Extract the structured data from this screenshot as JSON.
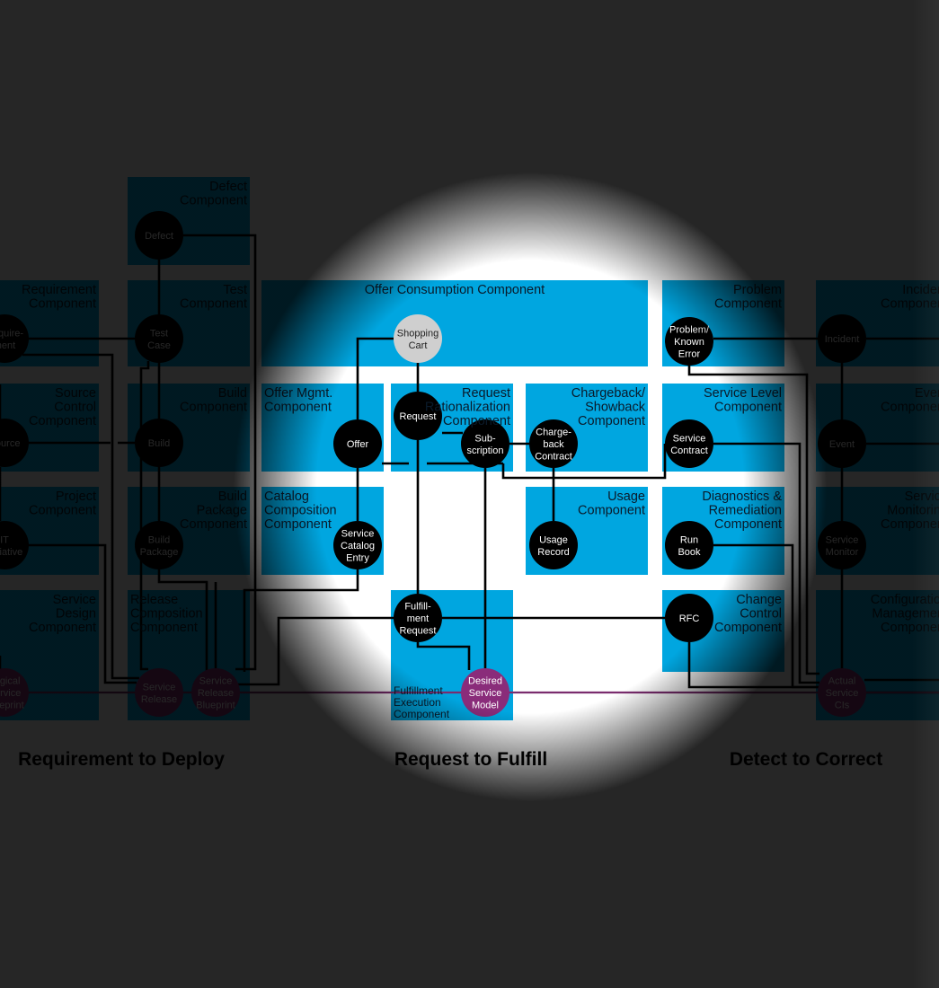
{
  "colors": {
    "component": "#00a6e0",
    "entity": "#000000",
    "entity_light": "#cfcfcf",
    "entity_purple": "#8a2c7a",
    "line": "#000000",
    "purple_line": "#7a2c6e",
    "component_text": "#0a1a2a"
  },
  "components": {
    "defect": "Defect\nComponent",
    "requirement": "Requirement\nComponent",
    "test": "Test\nComponent",
    "offer_consumption": "Offer Consumption Component",
    "problem": "Problem\nComponent",
    "incident": "Incident\nComponent",
    "source_control": "Source\nControl\nComponent",
    "build": "Build\nComponent",
    "offer_mgmt": "Offer Mgmt.\nComponent",
    "request_rationalization": "Request\nRationalization\nComponent",
    "chargeback": "Chargeback/\nShowback\nComponent",
    "service_level": "Service Level\nComponent",
    "event": "Event\nComponent",
    "project": "Project\nComponent",
    "build_package": "Build\nPackage\nComponent",
    "catalog_composition": "Catalog\nComposition\nComponent",
    "usage": "Usage\nComponent",
    "diagnostics": "Diagnostics &\nRemediation\nComponent",
    "service_monitoring": "Service\nMonitoring\nComponent",
    "service_design": "Service\nDesign\nComponent",
    "release_composition": "Release\nComposition\nComponent",
    "fulfillment_execution": "Fulfillment\nExecution\nComponent",
    "change_control": "Change\nControl\nComponent",
    "configuration_management": "Configuration\nManagement\nComponent"
  },
  "entities": {
    "defect": "Defect",
    "requirement": "Require-\nment",
    "test_case": "Test\nCase",
    "shopping_cart": "Shopping\nCart",
    "problem": "Problem/\nKnown\nError",
    "incident": "Incident",
    "source": "Source",
    "build": "Build",
    "offer": "Offer",
    "request": "Request",
    "subscription": "Sub-\nscription",
    "chargeback_contract": "Charge-\nback\nContract",
    "service_contract": "Service\nContract",
    "event": "Event",
    "it_initiative": "IT\nInitiative",
    "build_package": "Build\nPackage",
    "service_catalog_entry": "Service\nCatalog\nEntry",
    "usage_record": "Usage\nRecord",
    "run_book": "Run\nBook",
    "service_monitor": "Service\nMonitor",
    "fulfillment_request": "Fulfill-\nment\nRequest",
    "rfc": "RFC",
    "logical_service_blueprint": "Logical\nService\nBlueprint",
    "service_release": "Service\nRelease",
    "service_release_blueprint": "Service\nRelease\nBlueprint",
    "desired_service_model": "Desired\nService\nModel",
    "actual_service_cis": "Actual\nService\nCIs"
  },
  "value_streams": {
    "requirement_to_deploy": "Requirement to Deploy",
    "request_to_fulfill": "Request to Fulfill",
    "detect_to_correct": "Detect to Correct"
  }
}
